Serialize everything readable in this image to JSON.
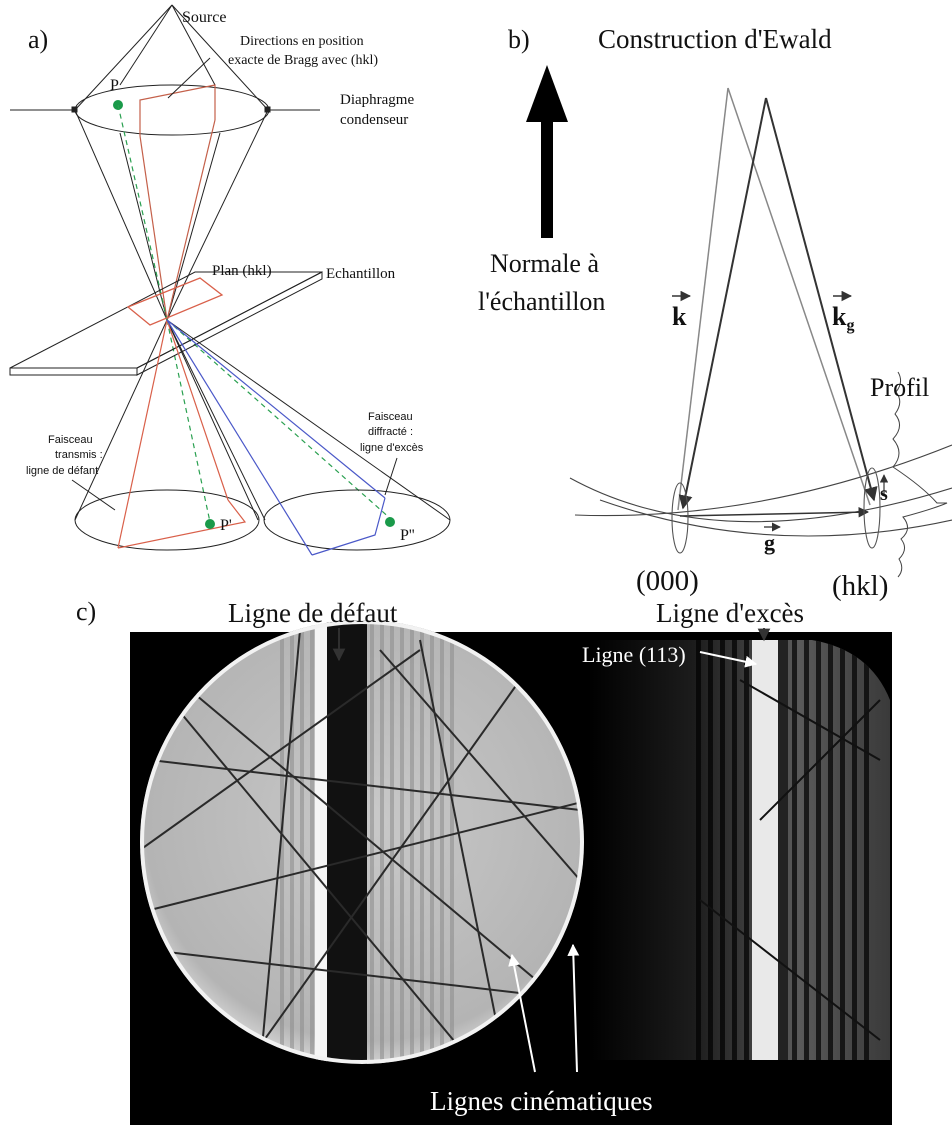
{
  "panel_a": {
    "label": "a)",
    "source": "Source",
    "bragg_line1": "Directions en position",
    "bragg_line2": "exacte de Bragg avec (hkl)",
    "point_p": "P",
    "diaphragm_line1": "Diaphragme",
    "diaphragm_line2": "condenseur",
    "plane": "Plan (hkl)",
    "sample": "Echantillon",
    "transmitted_line1": "Faisceau",
    "transmitted_line2": "transmis :",
    "transmitted_line3": "ligne de défant",
    "diffracted_line1": "Faisceau",
    "diffracted_line2": "diffracté :",
    "diffracted_line3": "ligne d'excès",
    "point_p1": "P'",
    "point_p2": "P''"
  },
  "panel_b": {
    "label": "b)",
    "title": "Construction d'Ewald",
    "normal_line1": "Normale à",
    "normal_line2": "l'échantillon",
    "k": "k",
    "kg": "k",
    "kg_sub": "g",
    "profil": "Profil",
    "s": "s",
    "g": "g",
    "origin": "(000)",
    "hkl": "(hkl)"
  },
  "panel_c": {
    "label": "c)",
    "defect_line": "Ligne de défaut",
    "excess_line": "Ligne d'excès",
    "line_113": "Ligne (113)",
    "kinematic": "Lignes cinématiques"
  }
}
